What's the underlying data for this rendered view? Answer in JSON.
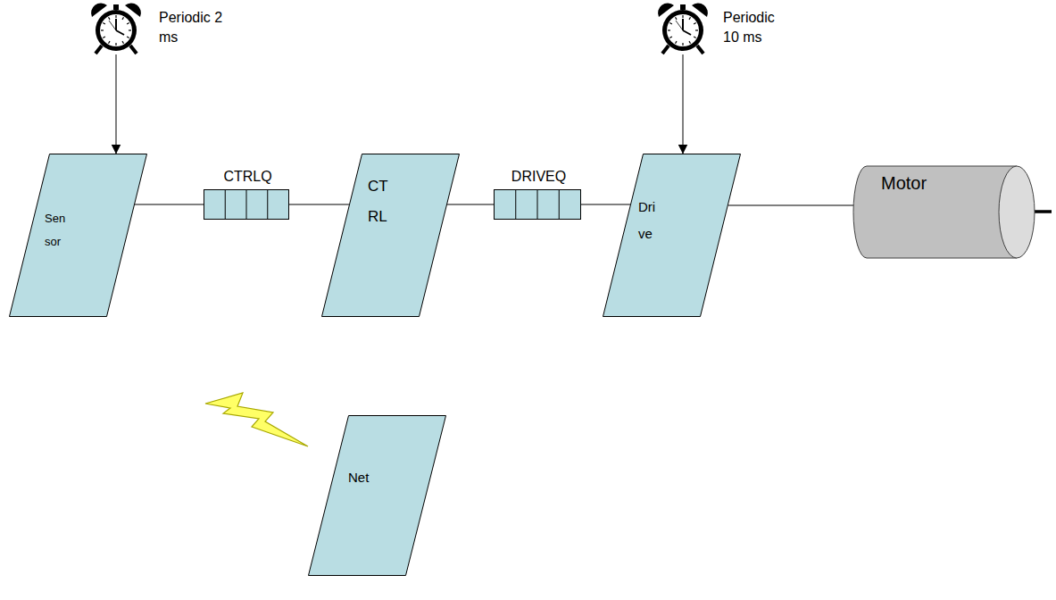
{
  "diagram": {
    "nodes": [
      {
        "text": [
          "Periodic 2 ms"
        ]
      },
      {
        "text": [
          "Periodic 10 ms"
        ]
      },
      {
        "text": [
          "Sen sor"
        ]
      },
      {
        "text": [
          "CTRLQ"
        ]
      },
      {
        "text": [
          "CT RL"
        ]
      },
      {
        "text": [
          "DRIVEQ"
        ]
      },
      {
        "text": [
          "Dri ve"
        ]
      },
      {
        "text": [
          "Motor"
        ]
      },
      {
        "text": [
          "Net"
        ]
      }
    ],
    "edges": [
      {
        "from": 0,
        "to": 2,
        "arrow": "to"
      },
      {
        "from": 2,
        "to": 3,
        "arrow": "none"
      },
      {
        "from": 3,
        "to": 4,
        "arrow": "none"
      },
      {
        "from": 4,
        "to": 5,
        "arrow": "none"
      },
      {
        "from": 5,
        "to": 6,
        "arrow": "none"
      },
      {
        "from": 1,
        "to": 6,
        "arrow": "to"
      },
      {
        "from": 6,
        "to": 7,
        "arrow": "none"
      }
    ]
  }
}
